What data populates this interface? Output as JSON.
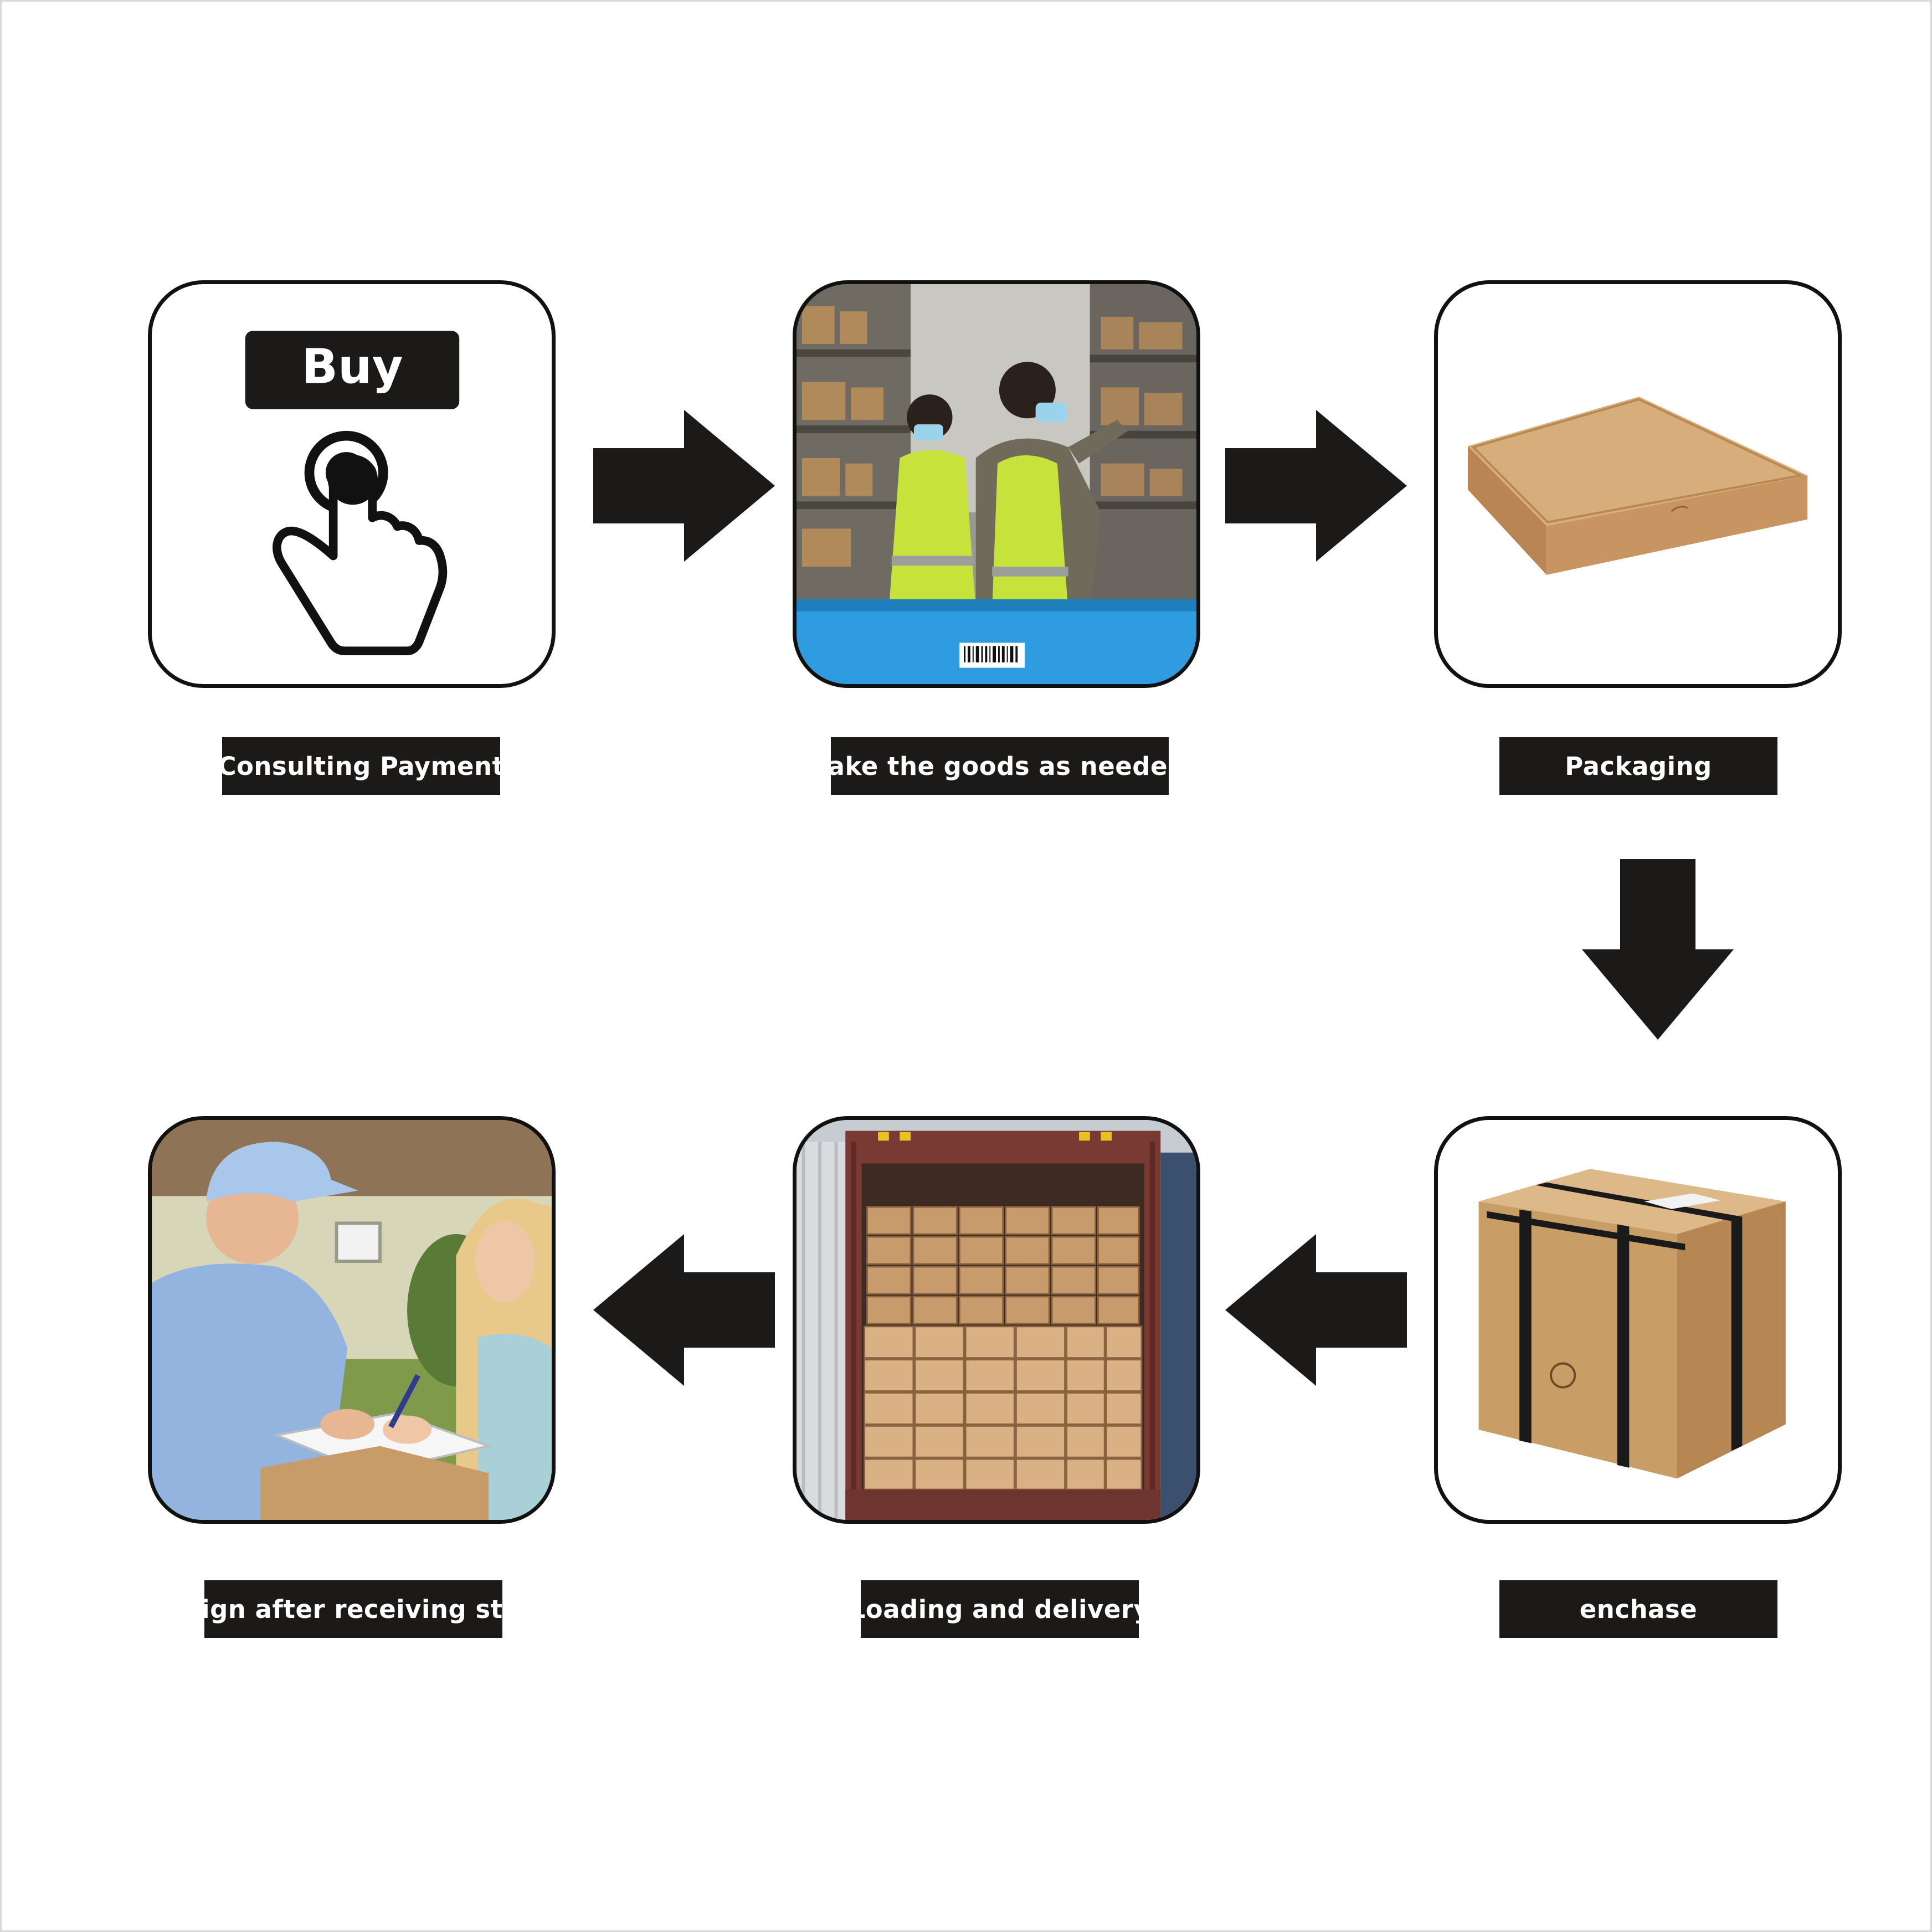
{
  "steps": [
    {
      "id": 1,
      "label": "Consulting Payment",
      "icon": "tap-buy-icon",
      "button_text": "Buy"
    },
    {
      "id": 2,
      "label": "Take the goods as needed",
      "icon": "warehouse-picking-photo"
    },
    {
      "id": 3,
      "label": "Packaging",
      "icon": "flat-box-photo"
    },
    {
      "id": 4,
      "label": "enchase",
      "icon": "strapped-carton-photo"
    },
    {
      "id": 5,
      "label": "Loading and delivery",
      "icon": "container-loading-photo"
    },
    {
      "id": 6,
      "label": "sign after receiving sth",
      "icon": "delivery-signature-photo"
    }
  ],
  "colors": {
    "background": "#ffffff",
    "frame": "#111111",
    "label_bg": "#1c1a19",
    "label_text": "#ffffff",
    "arrow": "#1c1a19",
    "cardboard": "#c89c68",
    "crate_blue": "#2f9be0",
    "safety_vest": "#c8e23c"
  }
}
